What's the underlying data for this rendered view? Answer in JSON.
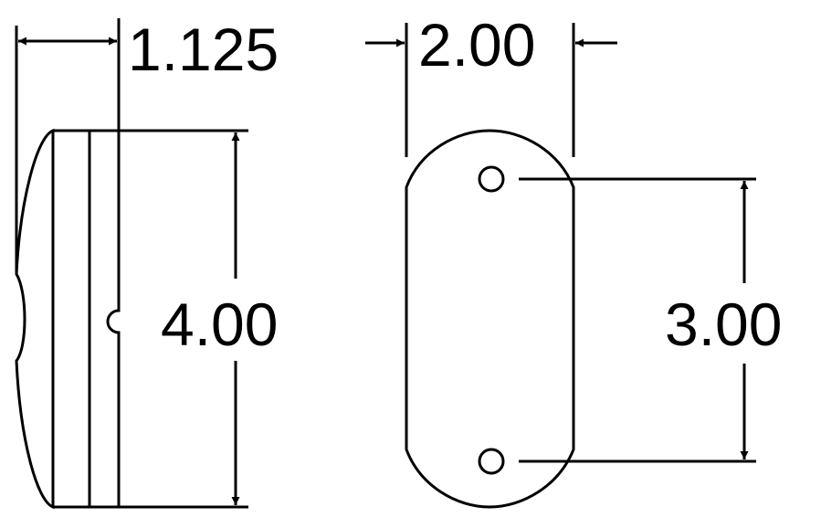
{
  "dimensions": {
    "depth": "1.125",
    "height_left": "4.00",
    "width": "2.00",
    "hole_spacing": "3.00"
  },
  "colors": {
    "line": "#000000",
    "background": "#ffffff"
  }
}
